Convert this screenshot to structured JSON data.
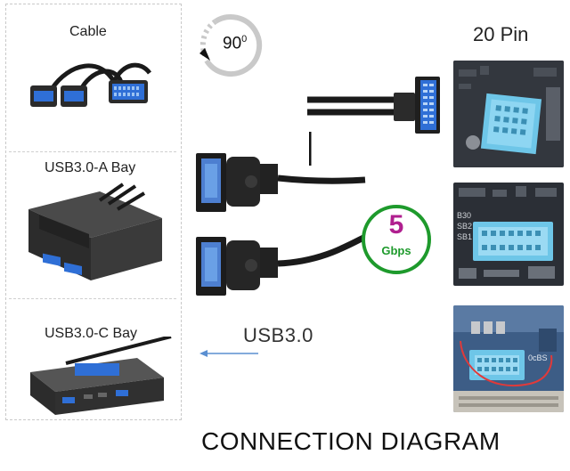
{
  "panels": {
    "cable_label": "Cable",
    "bay_a_label": "USB3.0-A Bay",
    "bay_c_label": "USB3.0-C Bay"
  },
  "rotation": {
    "label": "90",
    "degree_mark": "0"
  },
  "header_pin": {
    "title": "20 Pin"
  },
  "speed_badge": {
    "value": "5",
    "unit": "Gbps"
  },
  "usb_label": "USB3.0",
  "footer_title": "CONNECTION DIAGRAM",
  "colors": {
    "connector_blue": "#2f6fd6",
    "header_blue": "#6ec6e8",
    "badge_green": "#1e9a2c",
    "badge_magenta": "#b01f8f",
    "arrow_blue": "#5a8fd1",
    "cable_black": "#1a1a1a"
  }
}
